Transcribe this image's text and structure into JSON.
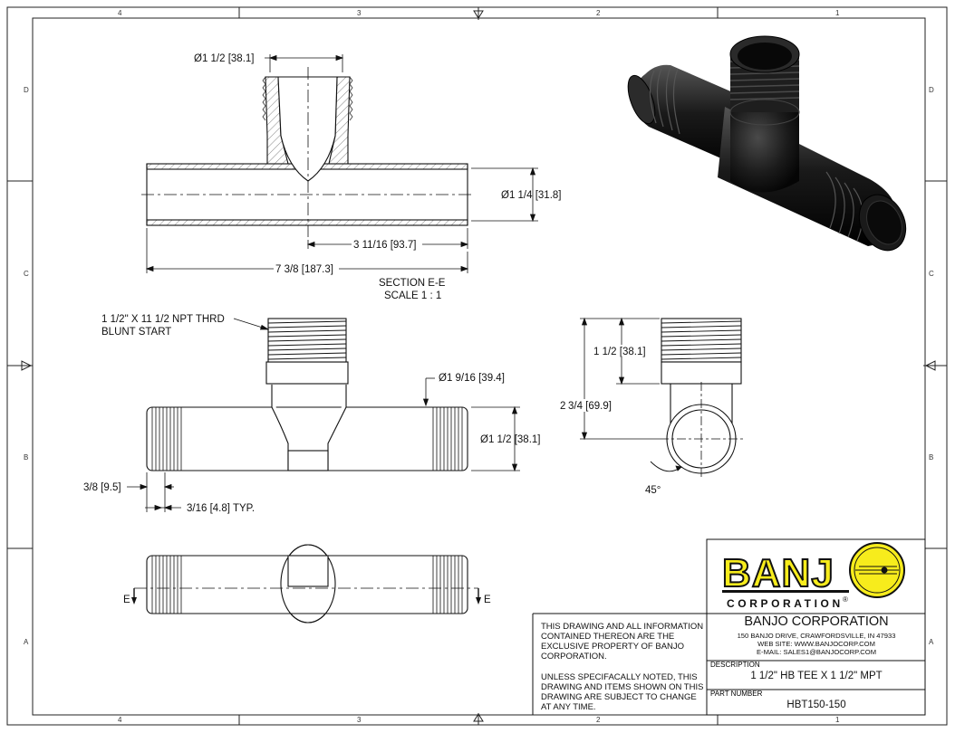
{
  "zones": {
    "top": [
      "4",
      "3",
      "2",
      "1"
    ],
    "side": [
      "D",
      "C",
      "B",
      "A"
    ]
  },
  "dimensions": {
    "thread_od": "Ø1 1/2 [38.1]",
    "hose_od": "Ø1 1/4 [31.8]",
    "half_length": "3 11/16 [93.7]",
    "overall_length": "7 3/8 [187.3]",
    "thread_spec_line1": "1 1/2\" X 11 1/2 NPT THRD",
    "thread_spec_line2": "BLUNT START",
    "barb_od": "Ø1 9/16 [39.4]",
    "barb_root": "Ø1 1/2 [38.1]",
    "barb_pitch": "3/8 [9.5]",
    "barb_width": "3/16 [4.8] TYP.",
    "side_thread_height": "1 1/2 [38.1]",
    "side_total_height_a": "2",
    "side_total_height_b": "3/4 [69.9]",
    "angle": "45°"
  },
  "section": {
    "title": "SECTION E-E",
    "scale": "SCALE 1 : 1",
    "marker": "E"
  },
  "disclaimer": {
    "para1": "THIS DRAWING AND ALL INFORMATION CONTAINED THEREON ARE THE EXCLUSIVE PROPERTY OF BANJO CORPORATION.",
    "para2": "UNLESS SPECIFACALLY NOTED, THIS DRAWING AND ITEMS SHOWN ON THIS DRAWING ARE SUBJECT TO CHANGE AT ANY TIME."
  },
  "titleblock": {
    "logo_word": "BANJ",
    "logo_sub": "CORPORATION",
    "company": "BANJO CORPORATION",
    "address": "150 BANJO DRIVE, CRAWFORDSVILLE, IN 47933",
    "web": "WEB SITE: WWW.BANJOCORP.COM",
    "email": "E-MAIL: SALES1@BANJOCORP.COM",
    "description_label": "DESCRIPTION",
    "description": "1 1/2\" HB TEE  X  1 1/2\" MPT",
    "part_number_label": "PART NUMBER",
    "part_number": "HBT150-150"
  },
  "colors": {
    "logo_yellow": "#f7ec1c",
    "line": "#111111",
    "part_dark": "#1a1a1a"
  }
}
